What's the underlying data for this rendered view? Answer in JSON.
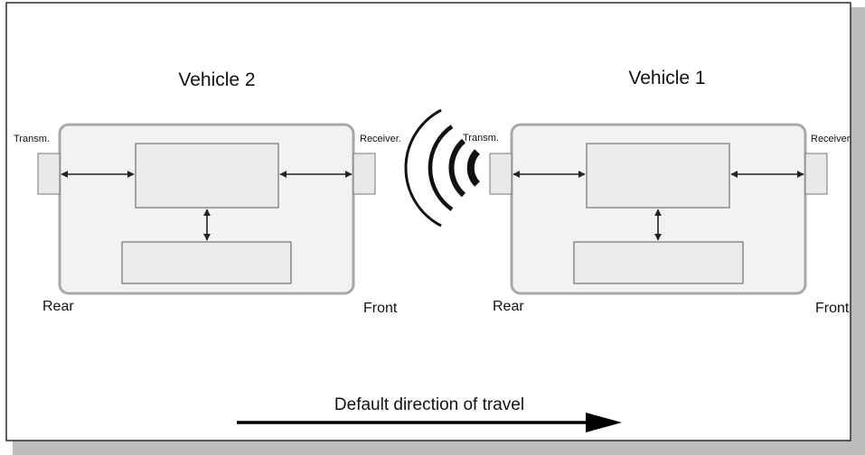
{
  "colors": {
    "frame_border": "#2b2b2b",
    "frame_shadow": "#bdbdbd",
    "vehicle_fill": "#f2f2f2",
    "vehicle_border": "#a8a8a8",
    "inner_fill": "#ebebeb",
    "inner_border": "#5a5a5a",
    "arrow": "#222222",
    "signal": "#111111"
  },
  "vehicles": [
    {
      "title": "Vehicle 2",
      "rear_label": "Rear",
      "front_label": "Front",
      "left_port_label": "Transm.",
      "right_port_label": "Receiver."
    },
    {
      "title": "Vehicle 1",
      "rear_label": "Rear",
      "front_label": "Front",
      "left_port_label": "Transm.",
      "right_port_label": "Receiver"
    }
  ],
  "signal_icon": "wireless-signal-icon",
  "direction": {
    "caption": "Default direction of travel",
    "arrow_icon": "right-arrow-icon"
  }
}
